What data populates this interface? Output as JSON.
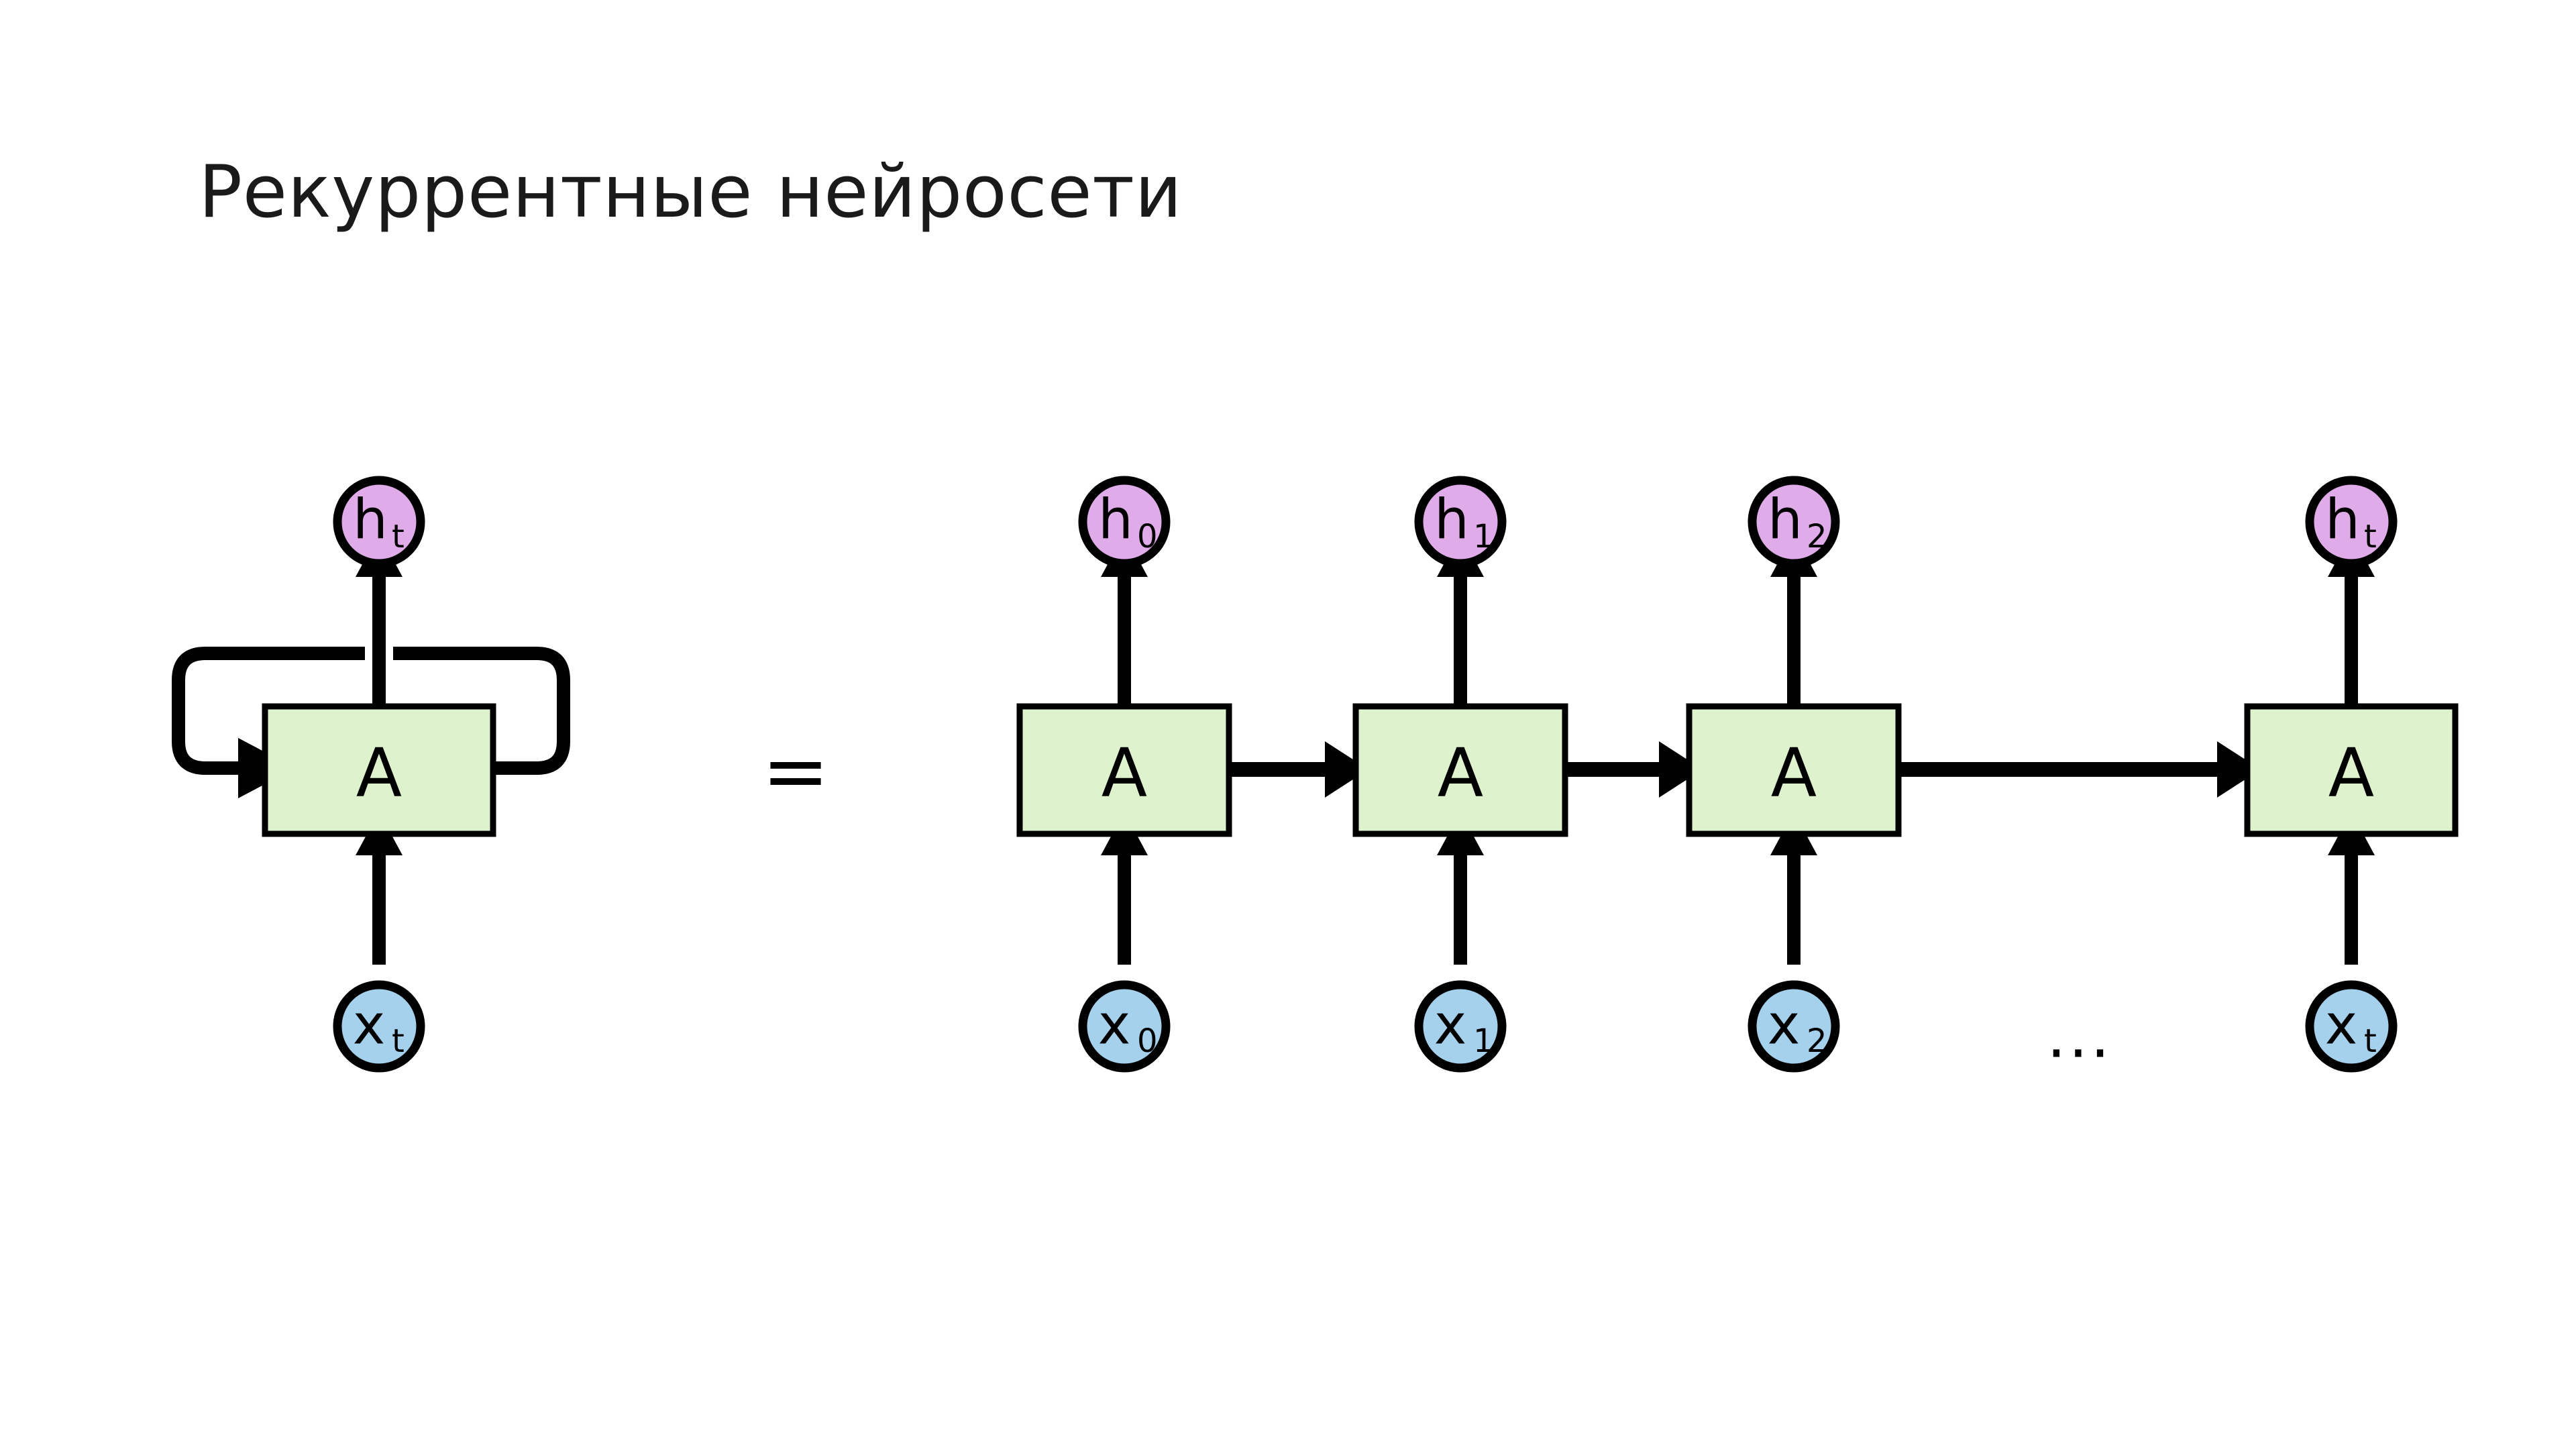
{
  "slide": {
    "title": "Рекуррентные нейросети",
    "background_color": "#ffffff"
  },
  "palette": {
    "output_node_fill": "#dfabe8",
    "input_node_fill": "#a6d1ed",
    "cell_fill": "#def2ce",
    "stroke": "#000000",
    "text": "#000000"
  },
  "equals_sign": "=",
  "ellipsis": "...",
  "folded_diagram": {
    "name": "folded-rnn",
    "cell_label": "A",
    "output_node": {
      "base": "h",
      "sub": "t"
    },
    "input_node": {
      "base": "x",
      "sub": "t"
    },
    "has_self_loop": true
  },
  "unrolled_diagram": {
    "name": "unrolled-rnn",
    "steps": [
      {
        "cell_label": "A",
        "output": {
          "base": "h",
          "sub": "0"
        },
        "input": {
          "base": "x",
          "sub": "0"
        }
      },
      {
        "cell_label": "A",
        "output": {
          "base": "h",
          "sub": "1"
        },
        "input": {
          "base": "x",
          "sub": "1"
        }
      },
      {
        "cell_label": "A",
        "output": {
          "base": "h",
          "sub": "2"
        },
        "input": {
          "base": "x",
          "sub": "2"
        }
      },
      {
        "cell_label": "A",
        "output": {
          "base": "h",
          "sub": "t"
        },
        "input": {
          "base": "x",
          "sub": "t"
        }
      }
    ]
  }
}
